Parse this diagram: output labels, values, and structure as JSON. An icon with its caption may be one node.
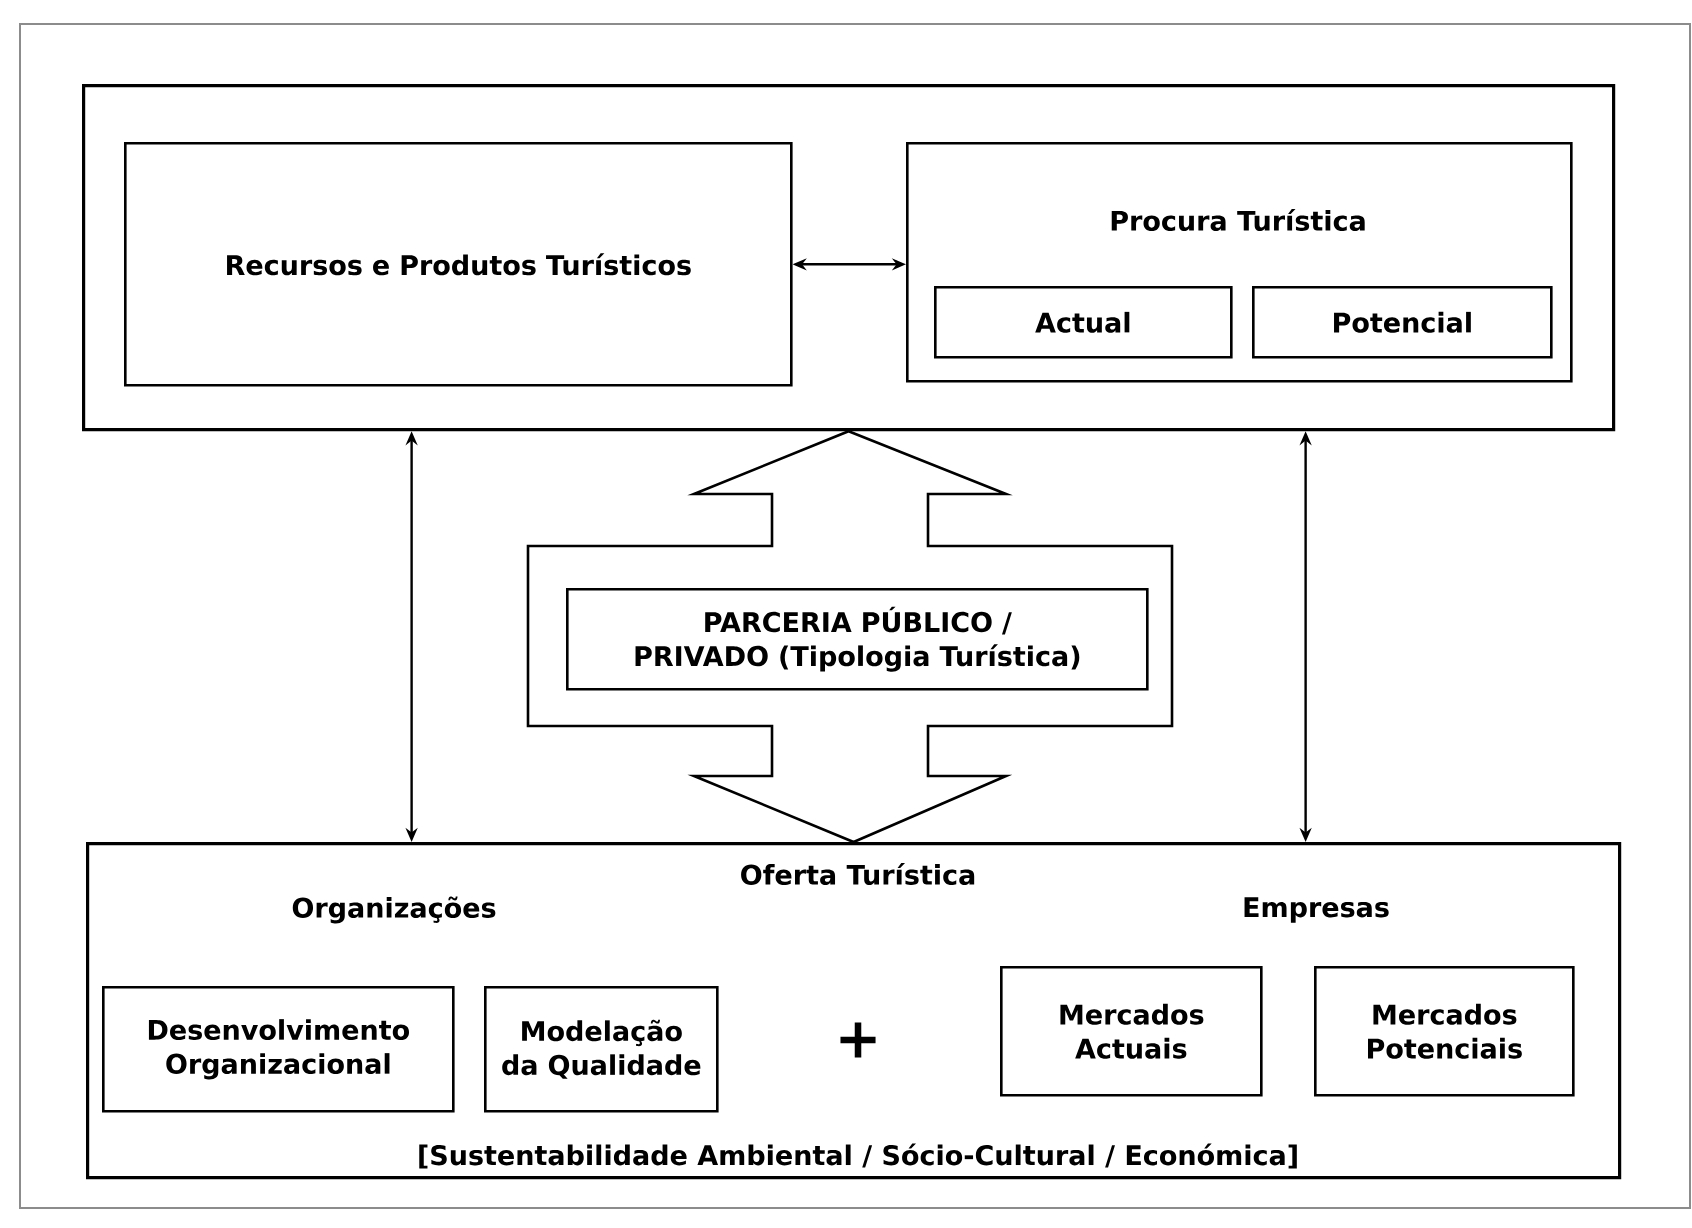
{
  "diagram": {
    "nodes": [
      {
        "text": [],
        "shape": "box"
      },
      {
        "text": [
          "Recursos e Produtos Turísticos"
        ],
        "in": 0
      },
      {
        "text": [
          "Procura Turística"
        ],
        "in": 0
      },
      {
        "text": [
          "Actual"
        ],
        "in": 2
      },
      {
        "text": [
          "Potencial"
        ],
        "in": 2
      },
      {
        "text": [
          "PARCERIA PÚBLICO / PRIVADO (Tipologia Turística)"
        ]
      },
      {
        "text": [
          "Oferta Turística",
          "Organizações",
          "Empresas",
          "[Sustentabilidade Ambiental / Sócio-Cultural / Económica]"
        ]
      },
      {
        "text": [
          "Desenvolvimento Organizacional"
        ],
        "in": 6
      },
      {
        "text": [
          "Modelação da Qualidade"
        ],
        "in": 6
      },
      {
        "text": [
          "Mercados Actuais"
        ],
        "in": 6
      },
      {
        "text": [
          "Mercados Potenciais"
        ],
        "in": 6
      }
    ],
    "edges": [
      {
        "from": 1,
        "to": 2,
        "arrow": "both"
      },
      {
        "from": 0,
        "to": 6,
        "arrow": "both"
      },
      {
        "from": 0,
        "to": 6,
        "arrow": "both",
        "style": "thick"
      },
      {
        "from": 0,
        "to": 6,
        "arrow": "both"
      }
    ],
    "labels": [
      "+"
    ]
  }
}
